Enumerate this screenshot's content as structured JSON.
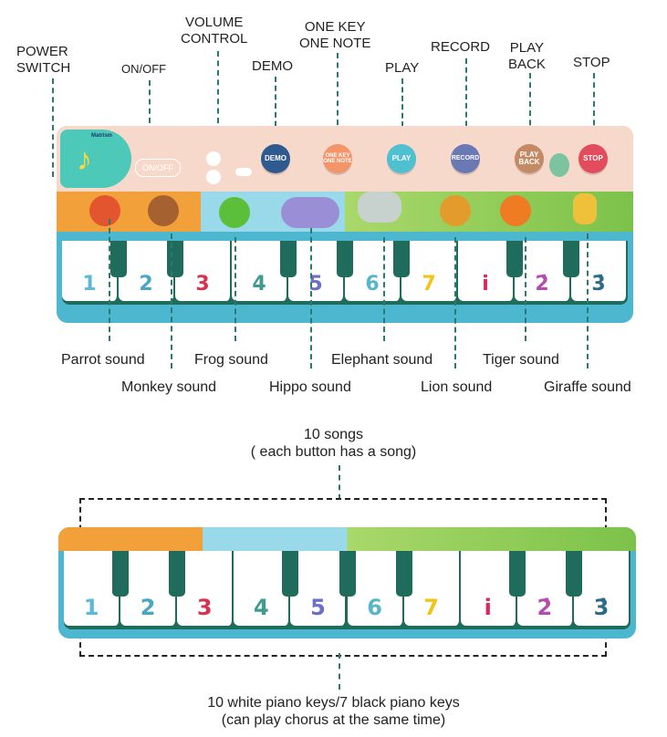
{
  "top_labels": {
    "power_switch": [
      "POWER",
      "SWITCH"
    ],
    "on_off": "ON/OFF",
    "volume_control": [
      "VOLUME",
      "CONTROL"
    ],
    "demo": "DEMO",
    "one_key_one_note": [
      "ONE KEY",
      "ONE NOTE"
    ],
    "play": "PLAY",
    "record": "RECORD",
    "play_back": [
      "PLAY",
      "BACK"
    ],
    "stop": "STOP"
  },
  "mat_buttons": {
    "on_off": "ON/OFF",
    "demo": "DEMO",
    "one_key_one_note": "ONE KEY ONE NOTE",
    "play": "PLAY",
    "record": "RECORD",
    "play_back": "PLAY BACK",
    "stop": "STOP",
    "logo": "Matrism"
  },
  "sound_labels": {
    "parrot": "Parrot sound",
    "monkey": "Monkey sound",
    "frog": "Frog sound",
    "hippo": "Hippo sound",
    "elephant": "Elephant sound",
    "lion": "Lion sound",
    "tiger": "Tiger sound",
    "giraffe": "Giraffe sound"
  },
  "keys": [
    {
      "label": "1",
      "color": "#5bb8d6"
    },
    {
      "label": "2",
      "color": "#4aa6c2"
    },
    {
      "label": "3",
      "color": "#d8324e"
    },
    {
      "label": "4",
      "color": "#3f9b8f"
    },
    {
      "label": "5",
      "color": "#6b6fc7"
    },
    {
      "label": "6",
      "color": "#58b6c9"
    },
    {
      "label": "7",
      "color": "#f0c419"
    },
    {
      "label": "i",
      "color": "#e0245e"
    },
    {
      "label": "2̇",
      "color": "#b24db0"
    },
    {
      "label": "3̇",
      "color": "#2b6a8a"
    }
  ],
  "colors": {
    "mat_border": "#4cb7cf",
    "key_dark": "#1f6b5c",
    "panel": "#f7d9cc",
    "dash": "#2a7a70",
    "demo": "#2f5a8f",
    "one_key": "#f39469",
    "play": "#4fc0cf",
    "record": "#6a78b4",
    "play_back": "#c48a66",
    "stop": "#e24c5c"
  },
  "songs_caption": [
    "10 songs",
    "( each button has a song)"
  ],
  "keys_caption": [
    "10 white piano keys/7 black piano keys",
    "(can play chorus at the same time)"
  ]
}
